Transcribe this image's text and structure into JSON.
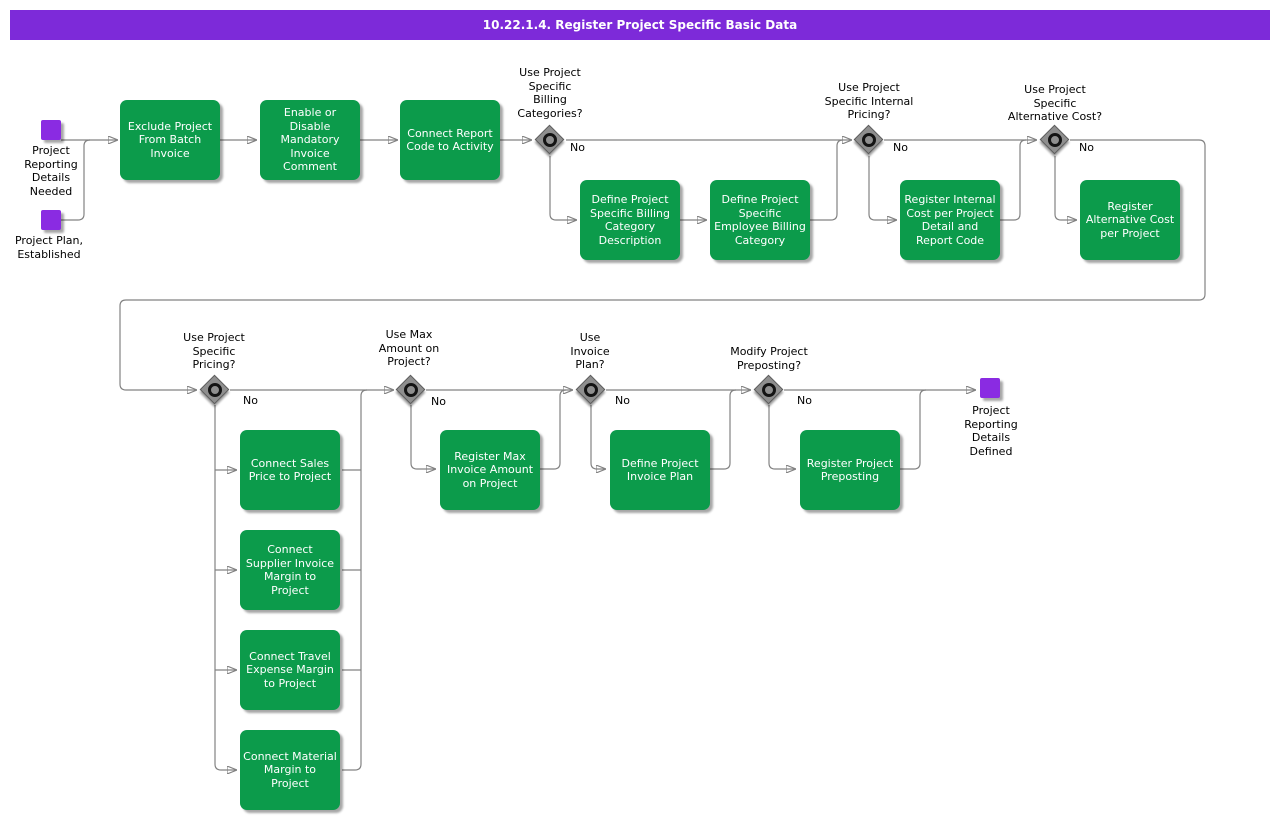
{
  "title": "10.22.1.4. Register Project Specific Basic Data",
  "colors": {
    "title_bar": "#7D2AD9",
    "activity_green": "#0C9B4B",
    "event_purple": "#8A2BE2",
    "connector_gray": "#828282",
    "decision_gray": "#8F8F8F"
  },
  "events": {
    "start1": {
      "label": "Project\nReporting\nDetails\nNeeded"
    },
    "start2": {
      "label": "Project Plan,\nEstablished"
    },
    "end1": {
      "label": "Project\nReporting\nDetails\nDefined"
    }
  },
  "activities": {
    "exclude_batch_invoice": {
      "label": "Exclude Project\nFrom Batch\nInvoice"
    },
    "enable_disable_comment": {
      "label": "Enable or\nDisable\nMandatory\nInvoice\nComment"
    },
    "connect_report_code": {
      "label": "Connect Report\nCode to Activity"
    },
    "define_billing_category": {
      "label": "Define Project\nSpecific Billing\nCategory\nDescription"
    },
    "define_employee_billing": {
      "label": "Define Project\nSpecific\nEmployee Billing\nCategory"
    },
    "register_internal_cost": {
      "label": "Register Internal\nCost per Project\nDetail and\nReport Code"
    },
    "register_alternative_cost": {
      "label": "Register\nAlternative Cost\nper Project"
    },
    "connect_sales_price": {
      "label": "Connect Sales\nPrice to Project"
    },
    "connect_supplier_margin": {
      "label": "Connect\nSupplier Invoice\nMargin to\nProject"
    },
    "connect_travel_margin": {
      "label": "Connect Travel\nExpense Margin\nto Project"
    },
    "connect_material_margin": {
      "label": "Connect Material\nMargin to\nProject"
    },
    "register_max_invoice": {
      "label": "Register Max\nInvoice Amount\non Project"
    },
    "define_invoice_plan": {
      "label": "Define Project\nInvoice Plan"
    },
    "register_preposting": {
      "label": "Register Project\nPreposting"
    }
  },
  "decisions": {
    "billing_categories": {
      "question": "Use Project\nSpecific\nBilling\nCategories?",
      "answer": "No"
    },
    "internal_pricing": {
      "question": "Use Project\nSpecific Internal\nPricing?",
      "answer": "No"
    },
    "alternative_cost": {
      "question": "Use Project\nSpecific\nAlternative Cost?",
      "answer": "No"
    },
    "specific_pricing": {
      "question": "Use Project\nSpecific\nPricing?",
      "answer": "No"
    },
    "max_amount": {
      "question": "Use Max\nAmount on\nProject?",
      "answer": "No"
    },
    "invoice_plan": {
      "question": "Use\nInvoice\nPlan?",
      "answer": "No"
    },
    "modify_preposting": {
      "question": "Modify Project\nPreposting?",
      "answer": "No"
    }
  }
}
